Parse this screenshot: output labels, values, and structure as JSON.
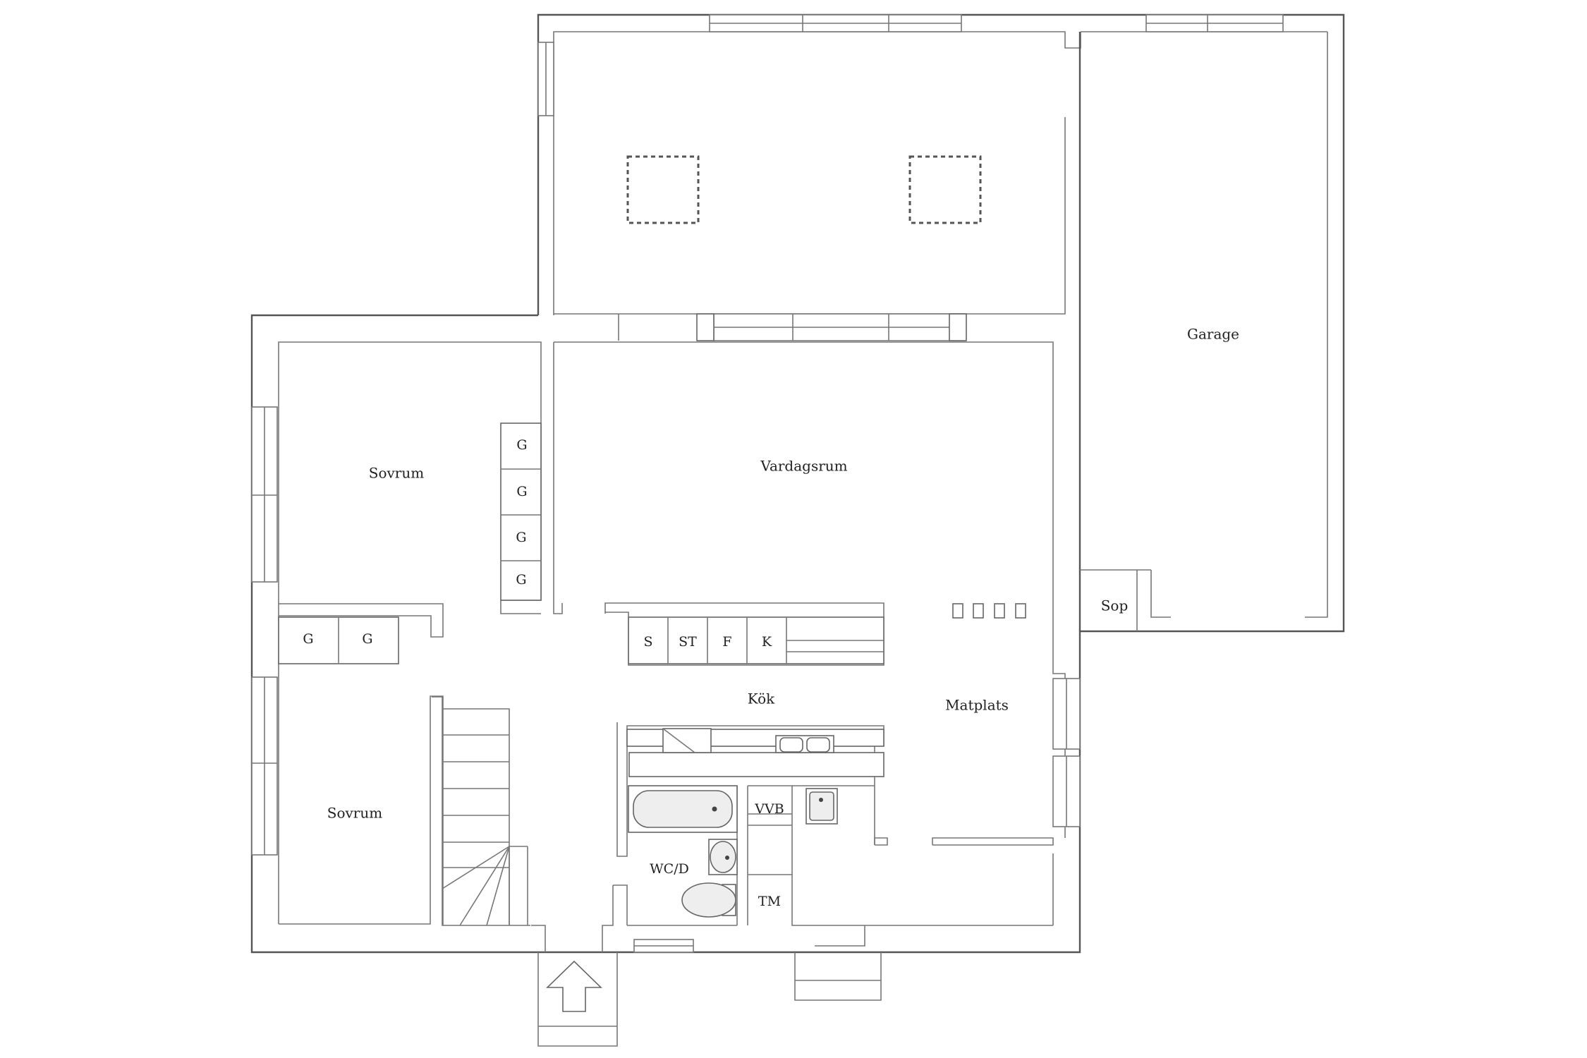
{
  "rooms": {
    "garage": "Garage",
    "sop": "Sop",
    "sovrum_upper": "Sovrum",
    "vardagsrum": "Vardagsrum",
    "kok": "Kök",
    "matplats": "Matplats",
    "sovrum_lower": "Sovrum",
    "vvb": "VVB",
    "wcd": "WC/D",
    "tm": "TM"
  },
  "wardrobes": {
    "g1": "G",
    "g2": "G",
    "g3": "G",
    "g4": "G",
    "g5": "G",
    "g6": "G"
  },
  "appliances": {
    "s": "S",
    "st": "ST",
    "f": "F",
    "k": "K"
  }
}
